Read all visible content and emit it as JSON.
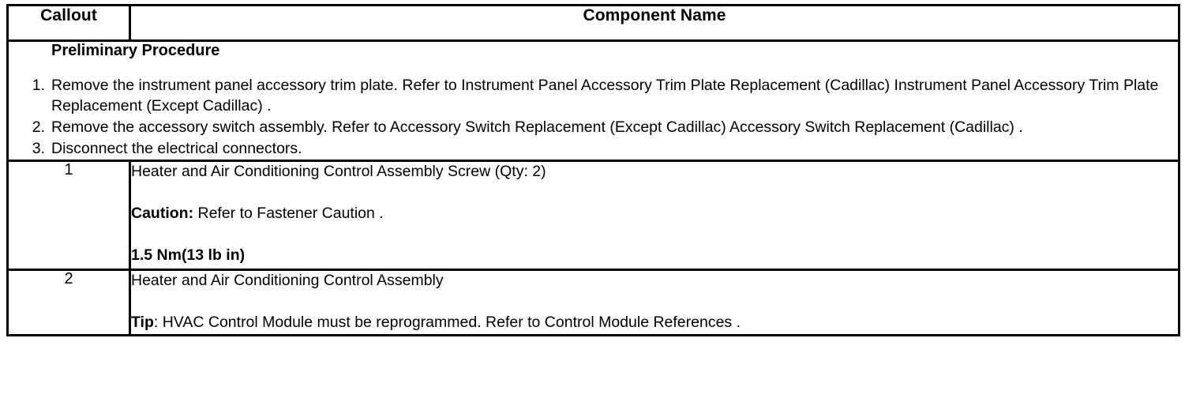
{
  "table": {
    "headers": {
      "callout": "Callout",
      "component_name": "Component Name"
    },
    "preliminary": {
      "title": "Preliminary Procedure",
      "steps": [
        "Remove the instrument panel accessory trim plate. Refer to Instrument Panel Accessory Trim Plate Replacement (Cadillac) Instrument Panel Accessory Trim Plate Replacement (Except Cadillac) .",
        "Remove the accessory switch assembly. Refer to Accessory Switch Replacement (Except Cadillac) Accessory Switch Replacement (Cadillac) .",
        "Disconnect the electrical connectors."
      ]
    },
    "rows": [
      {
        "callout": "1",
        "name": "Heater and Air Conditioning Control Assembly Screw (Qty: 2)",
        "caution_label": "Caution:",
        "caution_text": " Refer to Fastener Caution .",
        "torque": "1.5 Nm(13 lb in)"
      },
      {
        "callout": "2",
        "name": "Heater and Air Conditioning Control Assembly",
        "tip_label": "Tip",
        "tip_text": ": HVAC Control Module must be reprogrammed. Refer to Control Module References ."
      }
    ]
  }
}
